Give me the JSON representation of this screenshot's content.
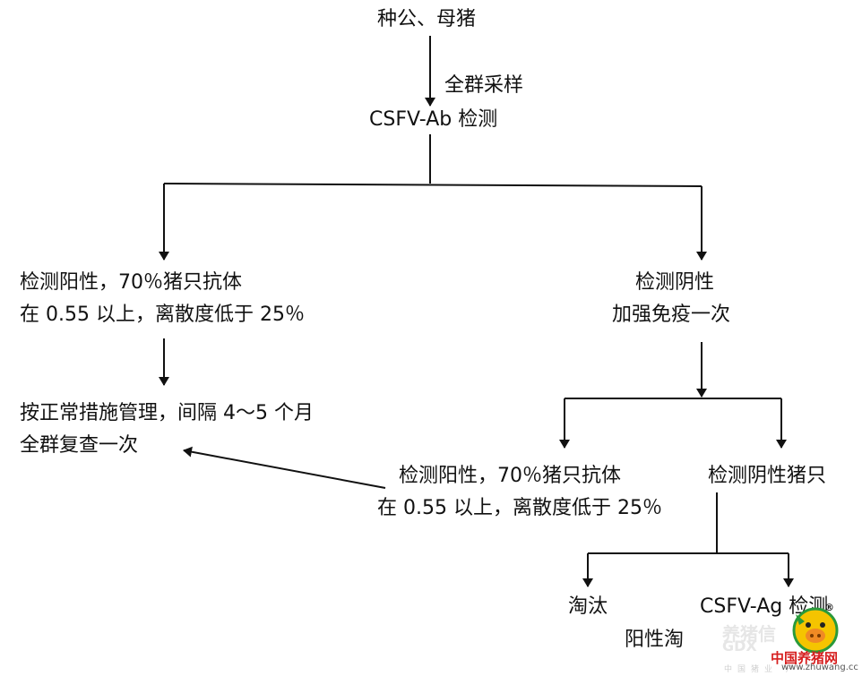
{
  "nodes": {
    "root": "种公、母猪",
    "sampling_label": "全群采样",
    "test": "CSFV-Ab 检测",
    "left_pos_line1": "检测阳性，70％猪只抗体",
    "left_pos_line2": "在 0.55 以上，离散度低于 25％",
    "mgmt_line1": "按正常措施管理，间隔 4～5 个月",
    "mgmt_line2": "全群复查一次",
    "right_neg_line1": "检测阴性",
    "right_neg_line2": "加强免疫一次",
    "retest_pos_line1": "检测阳性，70％猪只抗体",
    "retest_pos_line2": "在 0.55 以上，离散度低于 25％",
    "retest_neg": "检测阴性猪只",
    "cull": "淘汰",
    "ag_test": "CSFV-Ag 检测",
    "ag_pos_cull": "阳性淘"
  },
  "watermark": {
    "registered_mark": "®",
    "site_name": "中国养猪网",
    "url": "www.zhuwang.cc",
    "faint_text": "养猪信",
    "faint_text2": "GDX",
    "faint_text3": "中国猪业 户"
  },
  "colors": {
    "line": "#111111",
    "watermark_red": "#d61f1f",
    "watermark_yellow": "#f5c400",
    "watermark_green": "#2a9a3a"
  }
}
